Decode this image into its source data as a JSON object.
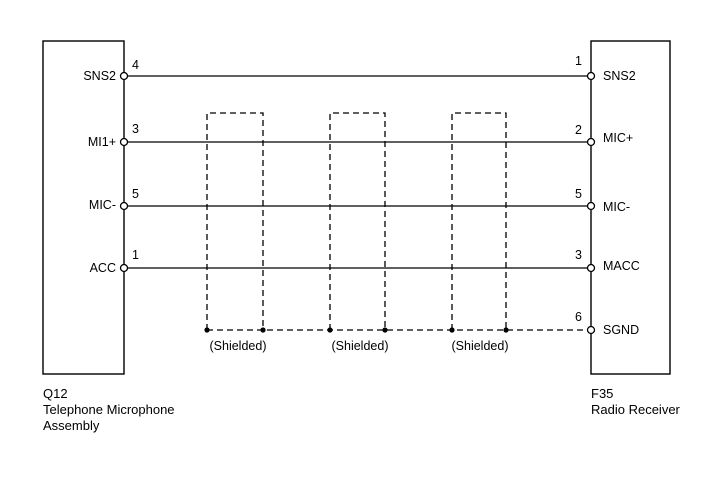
{
  "left_component": {
    "id": "Q12",
    "name_line1": "Telephone Microphone",
    "name_line2": "Assembly"
  },
  "right_component": {
    "id": "F35",
    "name_line1": "Radio Receiver"
  },
  "wires": [
    {
      "left_label": "SNS2",
      "left_pin": "4",
      "right_pin": "1",
      "right_label": "SNS2"
    },
    {
      "left_label": "MI1+",
      "left_pin": "3",
      "right_pin": "2",
      "right_label": "MIC+"
    },
    {
      "left_label": "MIC-",
      "left_pin": "5",
      "right_pin": "5",
      "right_label": "MIC-"
    },
    {
      "left_label": "ACC",
      "left_pin": "1",
      "right_pin": "3",
      "right_label": "MACC"
    }
  ],
  "shield_ground": {
    "right_pin": "6",
    "right_label": "SGND"
  },
  "shields": [
    {
      "label": "(Shielded)"
    },
    {
      "label": "(Shielded)"
    },
    {
      "label": "(Shielded)"
    }
  ],
  "colors": {
    "line": "#000000",
    "background": "#ffffff"
  }
}
